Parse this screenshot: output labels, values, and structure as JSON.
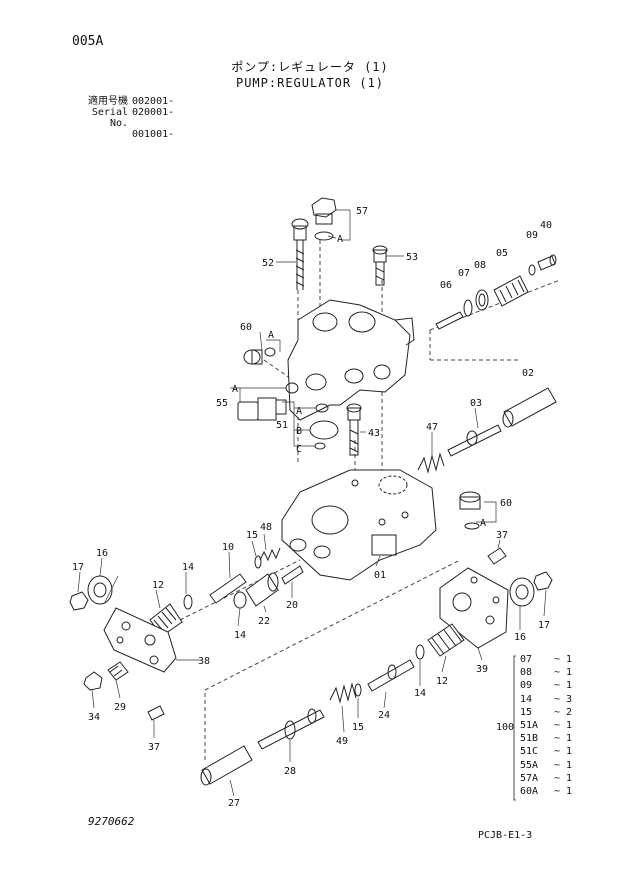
{
  "header": {
    "page_code": "005A",
    "title_jp": "ポンプ:レギュレータ (1)",
    "title_en": "PUMP:REGULATOR (1)"
  },
  "serials": [
    {
      "label": "適用号機",
      "value": "002001-"
    },
    {
      "label": "Serial No.",
      "value": "020001-"
    },
    {
      "label": "",
      "value": "001001-"
    }
  ],
  "callouts": {
    "p57": "57",
    "a57": "A",
    "p52": "52",
    "p53": "53",
    "p40": "40",
    "p09": "09",
    "p05": "05",
    "p08": "08",
    "p07": "07",
    "p06": "06",
    "p60": "60",
    "a60": "A",
    "p55": "55",
    "a55": "A",
    "p02": "02",
    "p51": "51",
    "a51": "A",
    "b51": "B",
    "c51": "C",
    "p43": "43",
    "p03": "03",
    "p47": "47",
    "p60b": "60",
    "a60b": "A",
    "p48": "48",
    "p15": "15",
    "p10": "10",
    "p16": "16",
    "p17": "17",
    "p12": "12",
    "p14": "14",
    "p37": "37",
    "p01": "01",
    "p22": "22",
    "p20": "20",
    "p14b": "14",
    "p16b": "16",
    "p17b": "17",
    "p38": "38",
    "p34": "34",
    "p29": "29",
    "p39": "39",
    "p12b": "12",
    "p14c": "14",
    "p37b": "37",
    "p15b": "15",
    "p24": "24",
    "p49": "49",
    "p28": "28",
    "p27": "27"
  },
  "kit": {
    "number": "100",
    "items": [
      {
        "part": "07",
        "qty": "~ 1"
      },
      {
        "part": "08",
        "qty": "~ 1"
      },
      {
        "part": "09",
        "qty": "~ 1"
      },
      {
        "part": "14",
        "qty": "~ 3"
      },
      {
        "part": "15",
        "qty": "~ 2"
      },
      {
        "part": "51A",
        "qty": "~ 1"
      },
      {
        "part": "51B",
        "qty": "~ 1"
      },
      {
        "part": "51C",
        "qty": "~ 1"
      },
      {
        "part": "55A",
        "qty": "~ 1"
      },
      {
        "part": "57A",
        "qty": "~ 1"
      },
      {
        "part": "60A",
        "qty": "~ 1"
      }
    ]
  },
  "footer": {
    "drawing_no": "9270662",
    "page_ref": "PCJB-E1-3"
  }
}
